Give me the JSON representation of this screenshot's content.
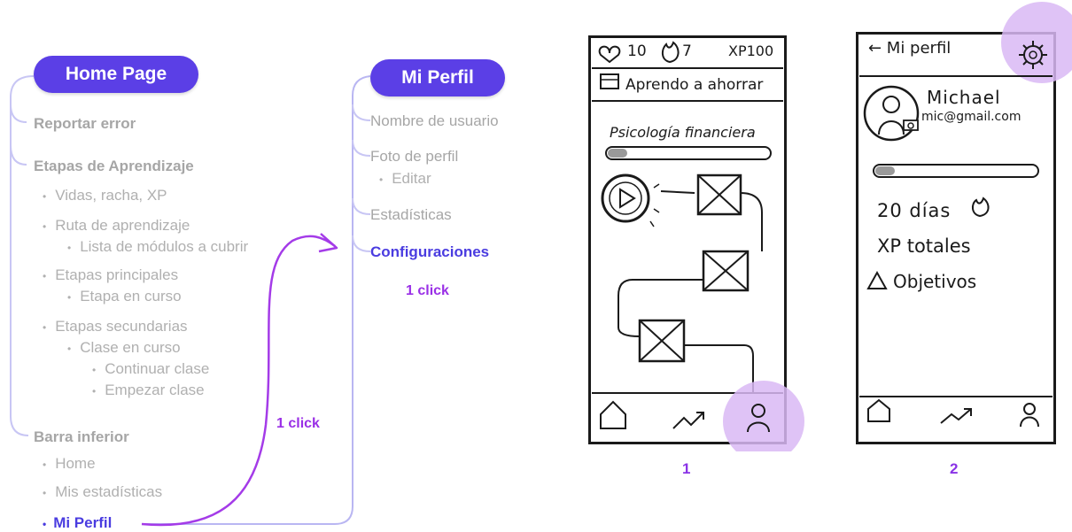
{
  "home": {
    "title": "Home Page",
    "reportar_error": "Reportar error",
    "etapas_aprendizaje": "Etapas de Aprendizaje",
    "vidas": "Vidas, racha, XP",
    "ruta": "Ruta de aprendizaje",
    "lista_modulos": "Lista de módulos a cubrir",
    "etapas_principales": "Etapas principales",
    "etapa_curso": "Etapa en curso",
    "etapas_secundarias": "Etapas secundarias",
    "clase_curso": "Clase en curso",
    "continuar_clase": "Continuar clase",
    "empezar_clase": "Empezar clase",
    "barra_inferior": "Barra inferior",
    "home_item": "Home",
    "mis_estadisticas": "Mis estadísticas",
    "mi_perfil": "Mi Perfil",
    "one_click": "1 click"
  },
  "perfil": {
    "title": "Mi Perfil",
    "nombre_usuario": "Nombre de usuario",
    "foto_perfil": "Foto de perfil",
    "editar": "Editar",
    "estadisticas": "Estadísticas",
    "configuraciones": "Configuraciones",
    "one_click": "1 click"
  },
  "screen1": {
    "lives": "10",
    "streak": "7",
    "xp": "XP100",
    "course_title": "Aprendo a ahorrar",
    "module": "Psicología financiera",
    "number": "1"
  },
  "screen2": {
    "back_title": "← Mi perfil",
    "name": "Michael",
    "email": "mic@gmail.com",
    "days": "20 días",
    "xp_totales": "XP totales",
    "objetivos": "Objetivos",
    "number": "2"
  },
  "colors": {
    "pill": "#5b3fe6",
    "flow_line": "#b9b6f2",
    "click_arrow": "#a43be8",
    "highlight": "#d9b8f5"
  }
}
